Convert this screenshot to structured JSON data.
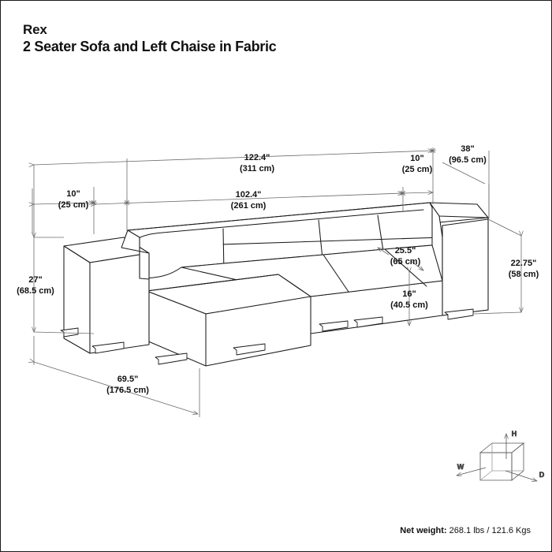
{
  "header": {
    "product_name": "Rex",
    "product_description": "2 Seater Sofa and Left Chaise in Fabric"
  },
  "footer": {
    "weight_label": "Net weight:",
    "weight_value": "268.1 lbs / 121.6 Kgs"
  },
  "dimensions": {
    "overall_width": {
      "imperial": "122.4\"",
      "metric": "(311 cm)"
    },
    "seat_width": {
      "imperial": "102.4\"",
      "metric": "(261 cm)"
    },
    "arm_width_left": {
      "imperial": "10\"",
      "metric": "(25 cm)"
    },
    "arm_width_right": {
      "imperial": "10\"",
      "metric": "(25 cm)"
    },
    "depth_back": {
      "imperial": "38\"",
      "metric": "(96.5 cm)"
    },
    "overall_height": {
      "imperial": "27\"",
      "metric": "(68.5 cm)"
    },
    "arm_height": {
      "imperial": "22.75\"",
      "metric": "(58 cm)"
    },
    "seat_depth": {
      "imperial": "25.5\"",
      "metric": "(65 cm)"
    },
    "seat_height": {
      "imperial": "16\"",
      "metric": "(40.5 cm)"
    },
    "chaise_depth": {
      "imperial": "69.5\"",
      "metric": "(176.5 cm)"
    }
  },
  "legend": {
    "height_axis": "H",
    "width_axis": "W",
    "depth_axis": "D"
  },
  "colors": {
    "outline": "#1a1a1a",
    "dimension_line": "#6b6b6b",
    "text": "#111111",
    "background": "#ffffff"
  }
}
